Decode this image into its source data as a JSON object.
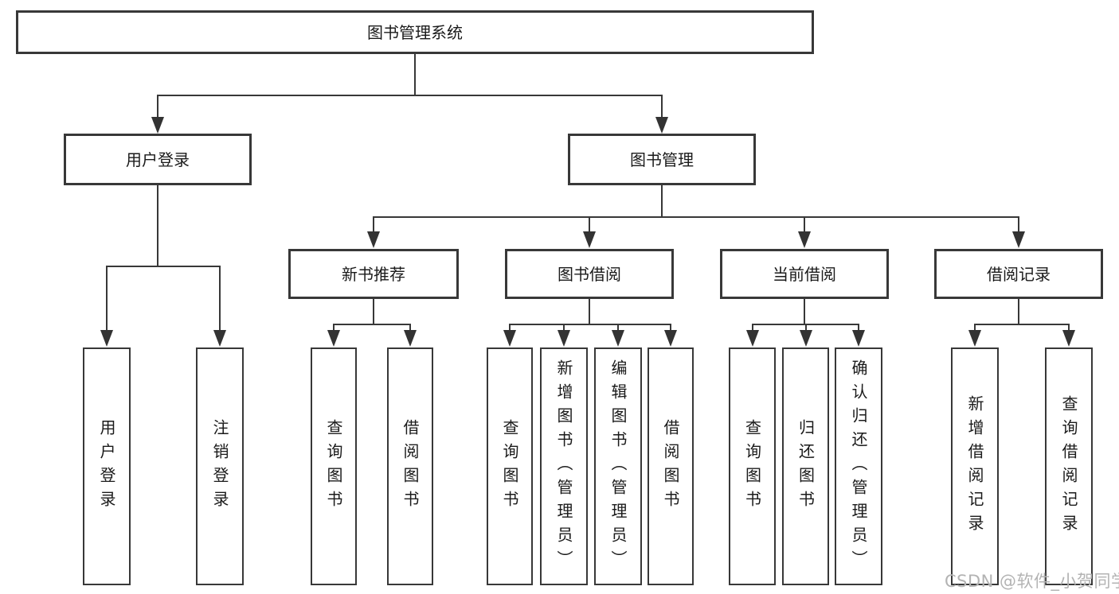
{
  "tree": {
    "label": "图书管理系统",
    "children": [
      {
        "label": "用户登录",
        "children": [
          {
            "label": "用户登录"
          },
          {
            "label": "注销登录"
          }
        ]
      },
      {
        "label": "图书管理",
        "children": [
          {
            "label": "新书推荐",
            "children": [
              {
                "label": "查询图书"
              },
              {
                "label": "借阅图书"
              }
            ]
          },
          {
            "label": "图书借阅",
            "children": [
              {
                "label": "查询图书"
              },
              {
                "label": "新增图书（管理员）"
              },
              {
                "label": "编辑图书（管理员）"
              },
              {
                "label": "借阅图书"
              }
            ]
          },
          {
            "label": "当前借阅",
            "children": [
              {
                "label": "查询图书"
              },
              {
                "label": "归还图书"
              },
              {
                "label": "确认归还（管理员）"
              }
            ]
          },
          {
            "label": "借阅记录",
            "children": [
              {
                "label": "新增借阅记录"
              },
              {
                "label": "查询借阅记录"
              }
            ]
          }
        ]
      }
    ]
  },
  "watermark": {
    "text": "CSDN @软件_小贺同学"
  },
  "colors": {
    "line": "#383838",
    "box_border": "#383838",
    "text": "#1a1a1a",
    "arrow": "#333333",
    "watermark": "#b3b3b3",
    "background": "#ffffff"
  }
}
